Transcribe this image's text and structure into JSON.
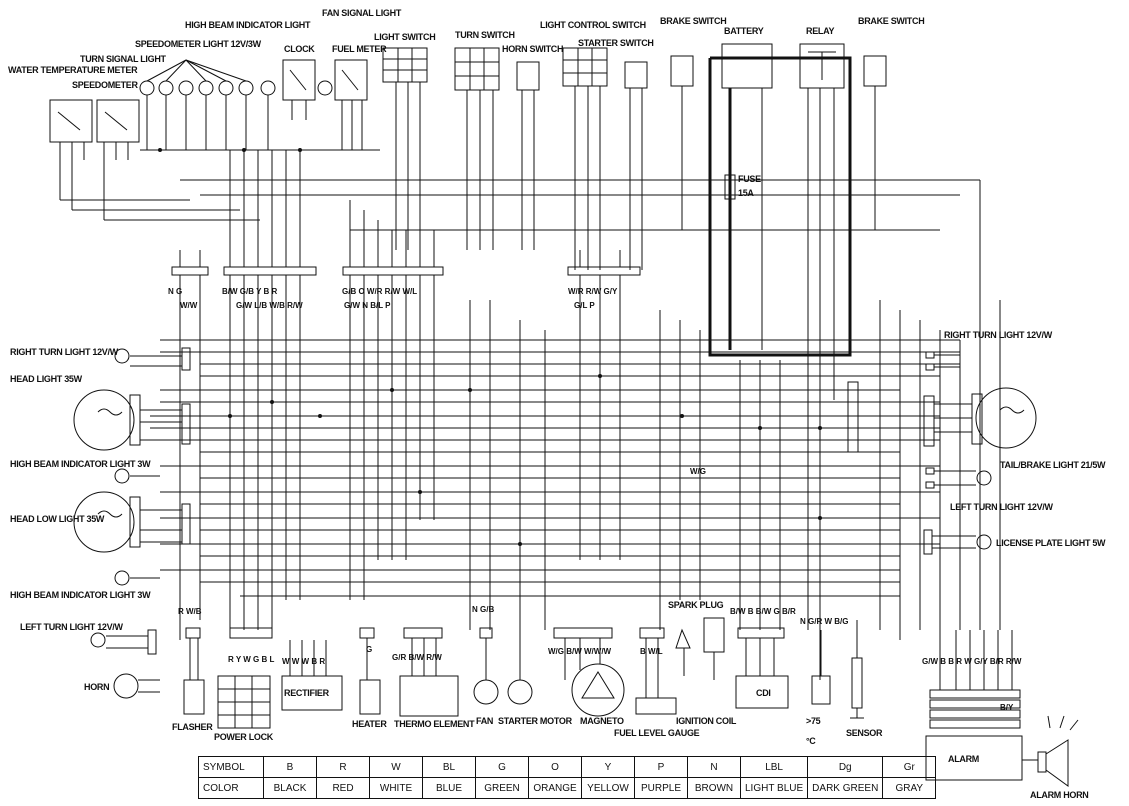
{
  "components": {
    "water_temp_meter": "WATER TEMPERATURE METER",
    "speedometer": "SPEEDOMETER",
    "turn_signal_light": "TURN SIGNAL LIGHT",
    "speedometer_light": "SPEEDOMETER LIGHT 12V/3W",
    "high_beam_indicator_top": "HIGH BEAM INDICATOR LIGHT",
    "fan_signal_light": "FAN SIGNAL LIGHT",
    "clock": "CLOCK",
    "fuel_meter": "FUEL METER",
    "light_switch": "LIGHT SWITCH",
    "turn_switch": "TURN SWITCH",
    "horn_switch": "HORN SWITCH",
    "light_control_switch": "LIGHT CONTROL SWITCH",
    "starter_switch": "STARTER SWITCH",
    "brake_switch_left": "BRAKE SWITCH",
    "battery": "BATTERY",
    "relay": "RELAY",
    "brake_switch_right": "BRAKE SWITCH",
    "fuse": "FUSE",
    "fuse_rating": "15A",
    "right_turn_light_left": "RIGHT TURN LIGHT 12V/W",
    "head_light": "HEAD LIGHT 35W",
    "high_beam_indicator_mid": "HIGH BEAM INDICATOR LIGHT 3W",
    "head_low_light": "HEAD LOW LIGHT 35W",
    "high_beam_indicator_bottom": "HIGH BEAM INDICATOR LIGHT 3W",
    "left_turn_light_left": "LEFT TURN LIGHT 12V/W",
    "horn": "HORN",
    "flasher": "FLASHER",
    "power_lock": "POWER LOCK",
    "rectifier": "RECTIFIER",
    "heater": "HEATER",
    "thermo_element": "THERMO ELEMENT",
    "fan": "FAN",
    "starter_motor": "STARTER MOTOR",
    "magneto": "MAGNETO",
    "spark_plug": "SPARK PLUG",
    "ignition_coil": "IGNITION COIL",
    "fuel_level_gauge": "FUEL LEVEL GAUGE",
    "cdi": "CDI",
    "temp_threshold": ">75",
    "temp_unit": "°C",
    "sensor": "SENSOR",
    "alarm": "ALARM",
    "alarm_horn": "ALARM HORN",
    "right_turn_light_right": "RIGHT TURN LIGHT 12V/W",
    "tail_brake_light": "TAIL/BRAKE LIGHT 21/5W",
    "left_turn_light_right": "LEFT TURN LIGHT 12V/W",
    "license_plate_light": "LICENSE PLATE LIGHT 5W"
  },
  "wire_labels": {
    "conn1_top": "N G",
    "conn1_bot": "W/W",
    "conn2_top": "B/W  G/B  Y  B  R",
    "conn2_bot": "G/W  L/B  W/B  R/W",
    "conn3_top": "G/B  O  W/R  R/W  W/L",
    "conn3_bot": "G/W  N  B/L  P",
    "conn4_top": "W/R  R/W  G/Y",
    "conn4_bot": "G/L  P",
    "mid_wire": "W/G",
    "flasher_wires": "R  W/B",
    "power_lock_wires": "R  Y  W  G  B  L",
    "rectifier_wires": "W  W  W  B  R",
    "heater_wire": "G",
    "thermo_wires": "G/R  B/W  R/W",
    "fan_wire": "N G/B",
    "magneto_wires": "W/G  B/W  W/W/W",
    "fuel_wires": "B  W/L",
    "cdi_wires": "B/W  B  B/W  G  B/R",
    "sensor_wires": "N G/R  W  B/G",
    "alarm_wires": "G/W  B  B  R  W  G/Y  B/R  R/W",
    "alarm_bottom_wire": "B/Y"
  },
  "legend": {
    "symbol_header": "SYMBOL",
    "color_header": "COLOR",
    "symbols": [
      "B",
      "R",
      "W",
      "BL",
      "G",
      "O",
      "Y",
      "P",
      "N",
      "LBL",
      "Dg",
      "Gr"
    ],
    "colors": [
      "BLACK",
      "RED",
      "WHITE",
      "BLUE",
      "GREEN",
      "ORANGE",
      "YELLOW",
      "PURPLE",
      "BROWN",
      "LIGHT BLUE",
      "DARK GREEN",
      "GRAY"
    ]
  }
}
